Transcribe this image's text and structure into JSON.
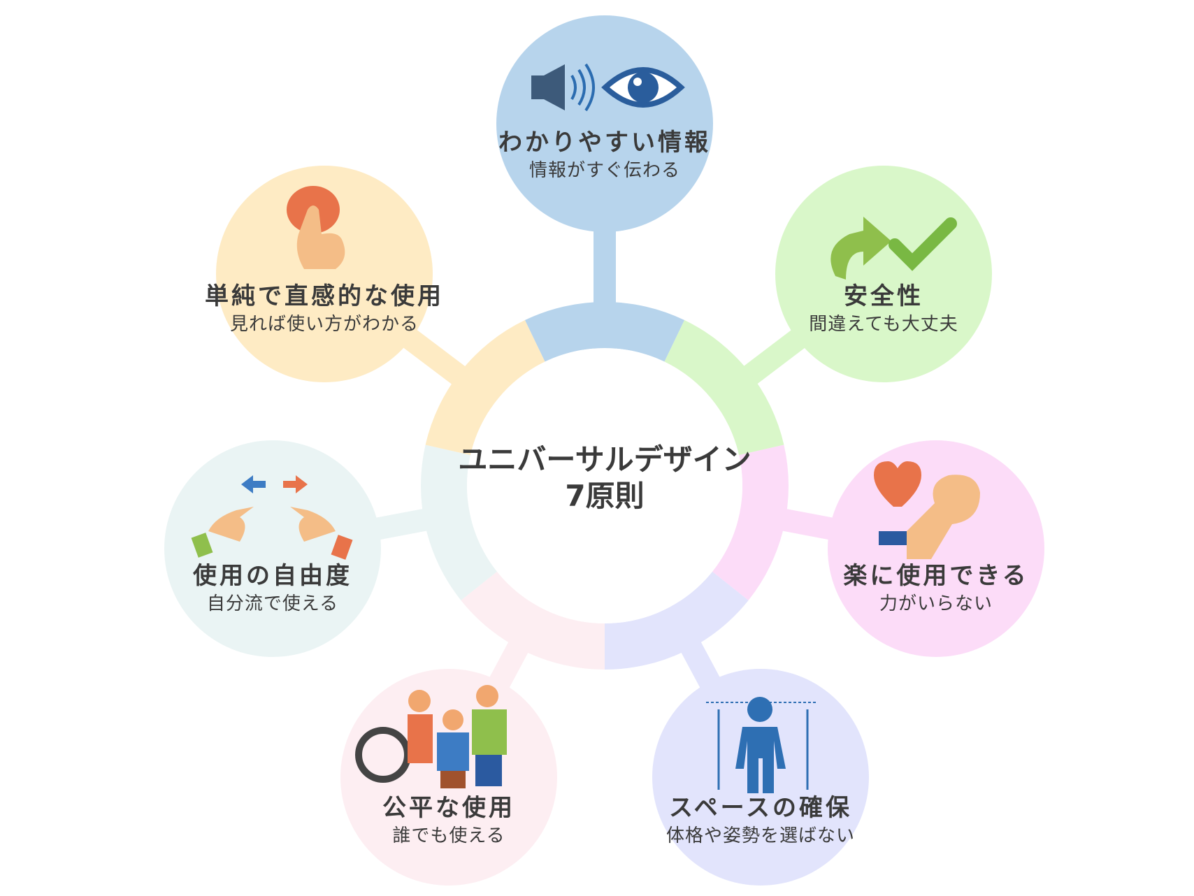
{
  "center": {
    "line1": "ユニバーサルデザイン",
    "line2": "7原則"
  },
  "principles": [
    {
      "title": "わかりやすい情報",
      "subtitle": "情報がすぐ伝わる",
      "color": "#b7d4ec",
      "icon": "speaker-eye-icon"
    },
    {
      "title": "安全性",
      "subtitle": "間違えても大丈夫",
      "color": "#d9f7c9",
      "icon": "arrow-check-icon"
    },
    {
      "title": "楽に使用できる",
      "subtitle": "力がいらない",
      "color": "#fcdcf8",
      "icon": "heart-arm-icon"
    },
    {
      "title": "スペースの確保",
      "subtitle": "体格や姿勢を選ばない",
      "color": "#e2e4fc",
      "icon": "person-space-icon"
    },
    {
      "title": "公平な使用",
      "subtitle": "誰でも使える",
      "color": "#fdeef2",
      "icon": "diverse-people-icon"
    },
    {
      "title": "使用の自由度",
      "subtitle": "自分流で使える",
      "color": "#eaf4f4",
      "icon": "pointing-hands-icon"
    },
    {
      "title": "単純で直感的な使用",
      "subtitle": "見れば使い方がわかる",
      "color": "#feebc4",
      "icon": "press-button-icon"
    }
  ]
}
